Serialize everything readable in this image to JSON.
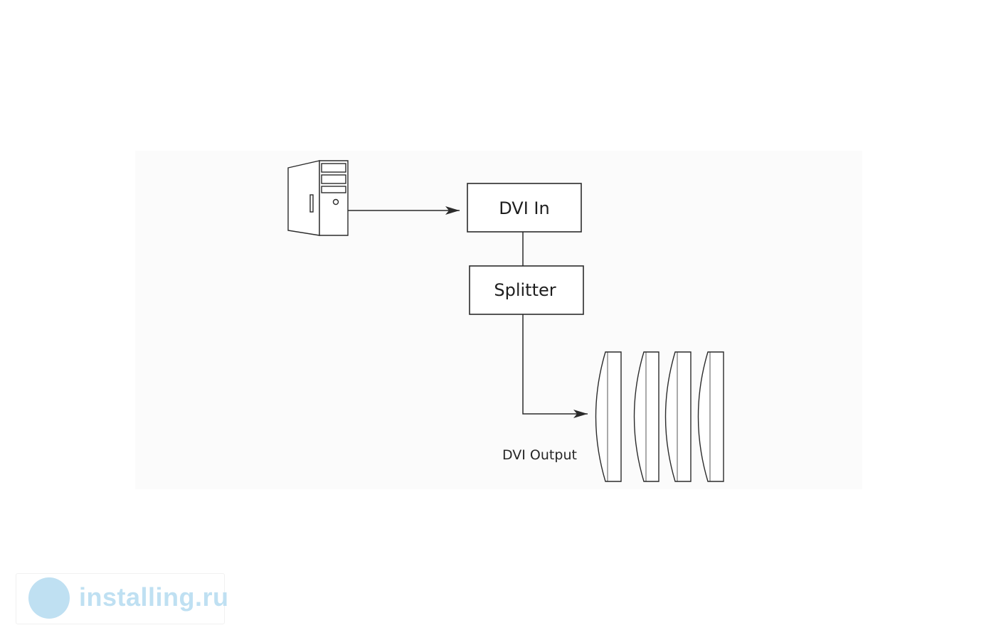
{
  "diagram": {
    "dvi_in_label": "DVI In",
    "splitter_label": "Splitter",
    "dvi_output_label": "DVI Output",
    "monitor_count": 4
  },
  "watermark": {
    "text": "installing.ru"
  },
  "colors": {
    "stroke": "#2b2b2b",
    "panel_background": "#fbfbfb",
    "watermark": "#bfe0f2"
  },
  "icons": [
    "computer-tower-icon",
    "monitor-icon",
    "watermark-logo-icon"
  ]
}
